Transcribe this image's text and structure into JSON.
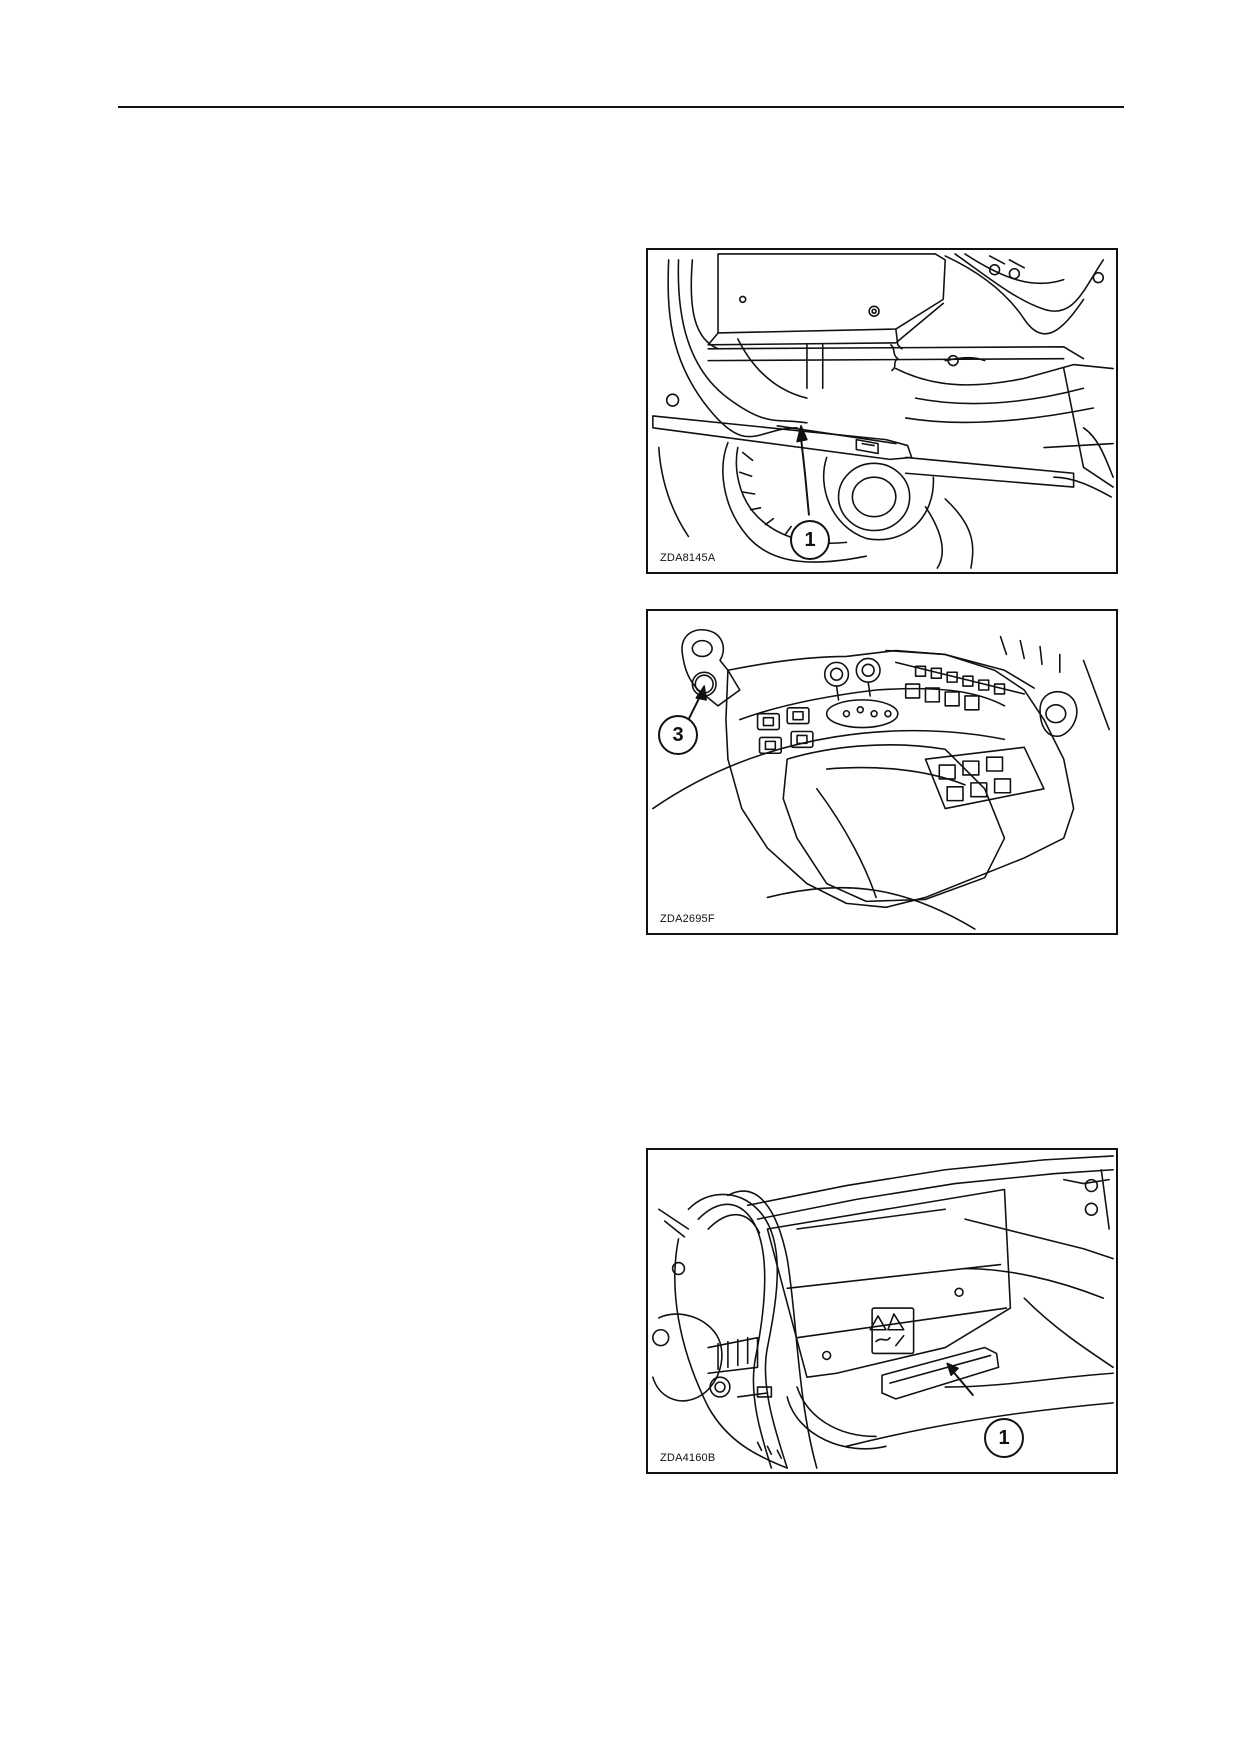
{
  "figures": [
    {
      "code": "ZDA8145A",
      "callout": "1"
    },
    {
      "code": "ZDA2695F",
      "callout": "3"
    },
    {
      "code": "ZDA4160B",
      "callout": "1"
    }
  ]
}
